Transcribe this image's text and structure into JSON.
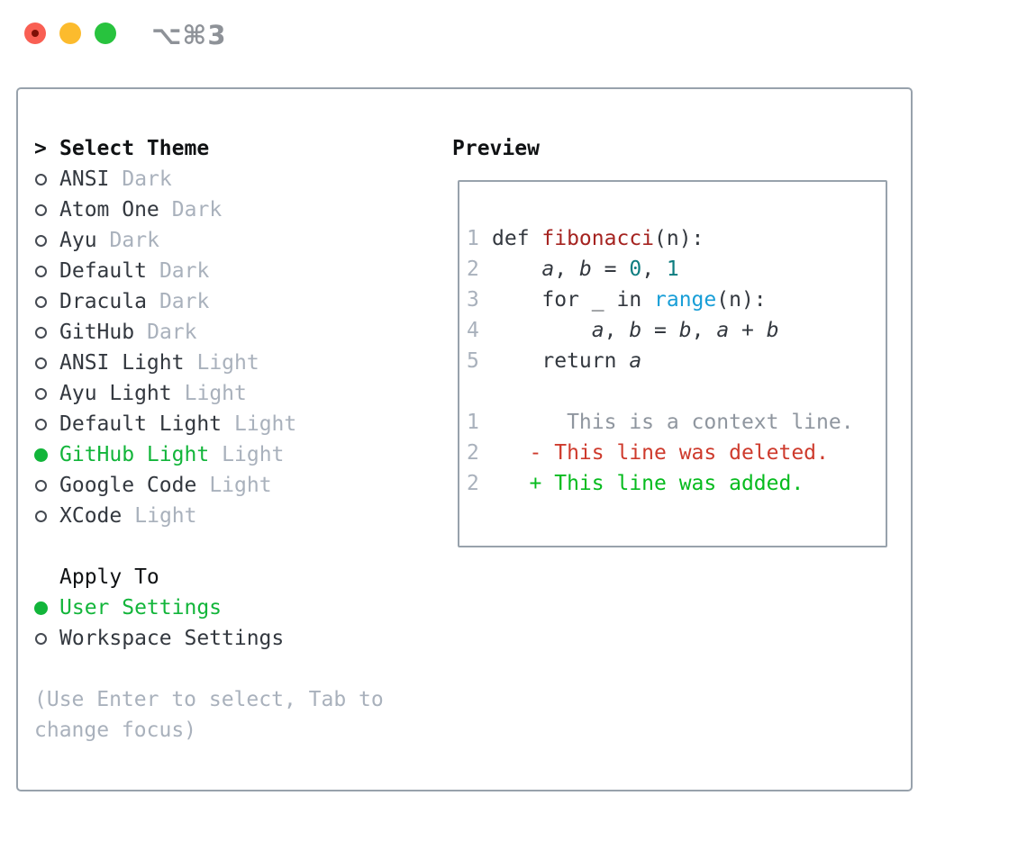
{
  "window": {
    "title": "⌥⌘3"
  },
  "colors": {
    "green": "#12b53a",
    "added": "#06bb1e",
    "deleted": "#ce3a2c",
    "func": "#a52320",
    "lit": "#0e7d80",
    "builtin": "#189ed7",
    "ctx": "#8f969f",
    "dim": "#a9b1bc",
    "border": "#98a2ac",
    "text": "#33383f",
    "black": "#101214",
    "lnum": "#a9b1bc",
    "titlegray": "#8e9298",
    "tred": "#f95f53",
    "treddot": "#7e1006",
    "tyellow": "#fcbb2d",
    "tgreen": "#28c33e"
  },
  "theme_picker": {
    "marker": ">",
    "header": "Select Theme",
    "items": [
      {
        "label": "ANSI",
        "tag": "Dark",
        "selected": false
      },
      {
        "label": "Atom One",
        "tag": "Dark",
        "selected": false
      },
      {
        "label": "Ayu",
        "tag": "Dark",
        "selected": false
      },
      {
        "label": "Default",
        "tag": "Dark",
        "selected": false
      },
      {
        "label": "Dracula",
        "tag": "Dark",
        "selected": false
      },
      {
        "label": "GitHub",
        "tag": "Dark",
        "selected": false
      },
      {
        "label": "ANSI Light",
        "tag": "Light",
        "selected": false
      },
      {
        "label": "Ayu Light",
        "tag": "Light",
        "selected": false
      },
      {
        "label": "Default Light",
        "tag": "Light",
        "selected": false
      },
      {
        "label": "GitHub Light",
        "tag": "Light",
        "selected": true
      },
      {
        "label": "Google Code",
        "tag": "Light",
        "selected": false
      },
      {
        "label": "XCode",
        "tag": "Light",
        "selected": false
      }
    ]
  },
  "apply_to": {
    "header": "Apply To",
    "options": [
      {
        "label": "User Settings",
        "selected": true
      },
      {
        "label": "Workspace Settings",
        "selected": false
      }
    ]
  },
  "hint": {
    "lines": [
      "(Use Enter to select, Tab to",
      "change focus)"
    ]
  },
  "preview": {
    "title": "Preview",
    "lines": [
      {
        "num": "1",
        "segs": [
          {
            "t": "def ",
            "c": "code"
          },
          {
            "t": "fibonacci",
            "c": "func"
          },
          {
            "t": "(n):",
            "c": "code"
          }
        ]
      },
      {
        "num": "2",
        "segs": [
          {
            "t": "    ",
            "c": "code"
          },
          {
            "t": "a",
            "c": "var"
          },
          {
            "t": ", ",
            "c": "code"
          },
          {
            "t": "b",
            "c": "var"
          },
          {
            "t": " = ",
            "c": "code"
          },
          {
            "t": "0",
            "c": "lit"
          },
          {
            "t": ", ",
            "c": "code"
          },
          {
            "t": "1",
            "c": "lit"
          }
        ]
      },
      {
        "num": "3",
        "segs": [
          {
            "t": "    for _ in ",
            "c": "code"
          },
          {
            "t": "range",
            "c": "builtin"
          },
          {
            "t": "(n):",
            "c": "code"
          }
        ]
      },
      {
        "num": "4",
        "segs": [
          {
            "t": "        ",
            "c": "code"
          },
          {
            "t": "a",
            "c": "var"
          },
          {
            "t": ", ",
            "c": "code"
          },
          {
            "t": "b",
            "c": "var"
          },
          {
            "t": " = ",
            "c": "code"
          },
          {
            "t": "b",
            "c": "var"
          },
          {
            "t": ", ",
            "c": "code"
          },
          {
            "t": "a",
            "c": "var"
          },
          {
            "t": " + ",
            "c": "code"
          },
          {
            "t": "b",
            "c": "var"
          }
        ]
      },
      {
        "num": "5",
        "segs": [
          {
            "t": "    return ",
            "c": "code"
          },
          {
            "t": "a",
            "c": "var"
          }
        ]
      },
      {
        "num": "",
        "segs": []
      },
      {
        "num": "1",
        "segs": [
          {
            "t": "      This is a context line.",
            "c": "context"
          }
        ]
      },
      {
        "num": "2",
        "segs": [
          {
            "t": "   - This line was deleted.",
            "c": "deleted"
          }
        ]
      },
      {
        "num": "2",
        "segs": [
          {
            "t": "   + This line was added.",
            "c": "added"
          }
        ]
      }
    ]
  }
}
